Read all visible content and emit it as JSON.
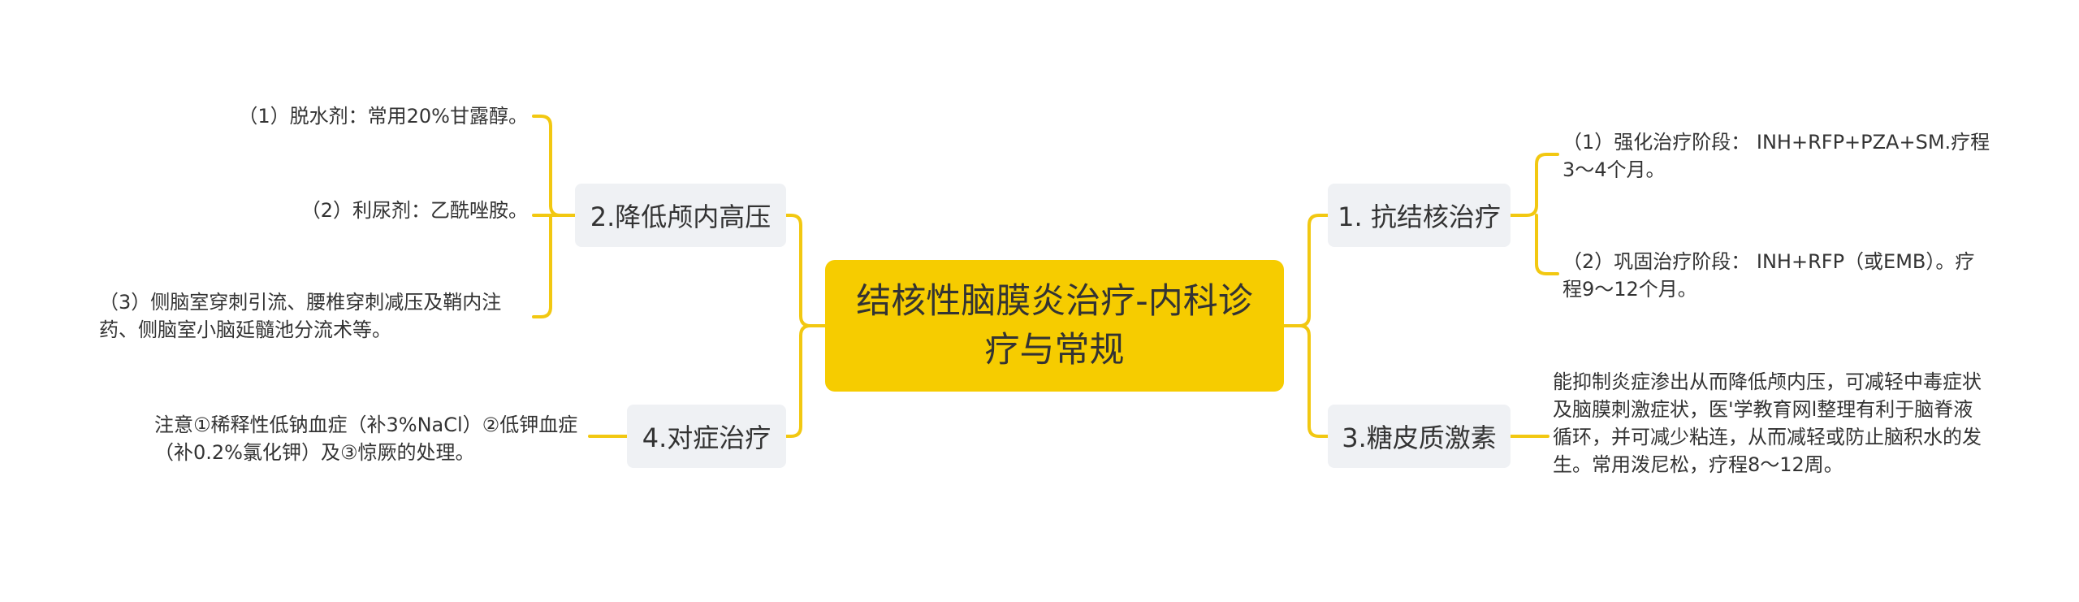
{
  "root": {
    "title": "结核性脑膜炎治疗-内科诊疗与常规"
  },
  "branches": [
    {
      "id": "anti_tb",
      "label": "1. 抗结核治疗",
      "leaves": [
        "（1）强化治疗阶段： INH+RFP+PZA+SM.疗程3～4个月。",
        "（2）巩固治疗阶段： INH+RFP（或EMB）。疗程9～12个月。"
      ]
    },
    {
      "id": "reduce_icp",
      "label": "2.降低颅内高压",
      "leaves": [
        "（1）脱水剂：常用20%甘露醇。",
        "（2）利尿剂：乙酰唑胺。",
        "（3）侧脑室穿刺引流、腰椎穿刺减压及鞘内注药、侧脑室小脑延髓池分流术等。"
      ]
    },
    {
      "id": "steroids",
      "label": "3.糖皮质激素",
      "leaves": [
        "能抑制炎症渗出从而降低颅内压，可减轻中毒症状及脑膜刺激症状，医'学教育网l整理有利于脑脊液循环，并可减少粘连，从而减轻或防止脑积水的发生。常用泼尼松，疗程8～12周。"
      ]
    },
    {
      "id": "symptomatic",
      "label": "4.对症治疗",
      "leaves": [
        "注意①稀释性低钠血症（补3%NaCl）②低钾血症（补0.2%氯化钾）及③惊厥的处理。"
      ]
    }
  ],
  "colors": {
    "root_fill": "#f6cc00",
    "branch_fill": "#eff1f4",
    "connector": "#f2c811",
    "text": "#333333"
  }
}
